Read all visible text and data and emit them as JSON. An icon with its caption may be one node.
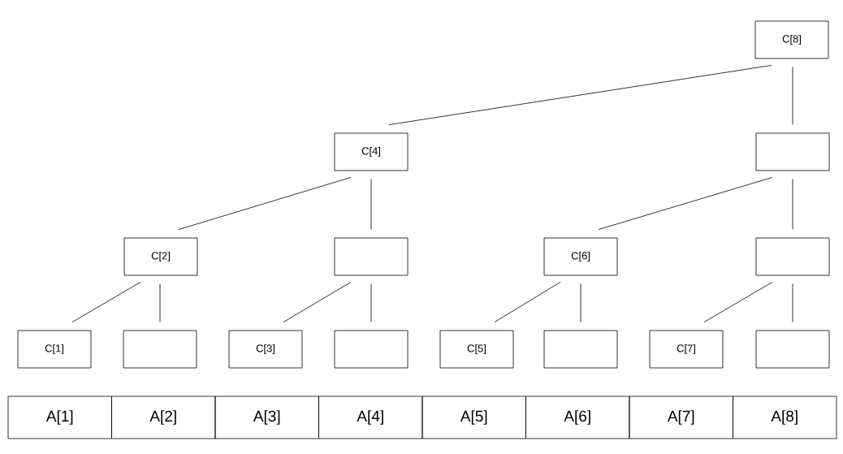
{
  "diagram": {
    "nodes": [
      {
        "text": [
          "C[8]"
        ]
      },
      {
        "text": [
          "C[4]"
        ]
      },
      {
        "text": [],
        "shape": "box"
      },
      {
        "text": [
          "C[2]"
        ]
      },
      {
        "text": [],
        "shape": "box"
      },
      {
        "text": [
          "C[6]"
        ]
      },
      {
        "text": [],
        "shape": "box"
      },
      {
        "text": [
          "C[1]"
        ]
      },
      {
        "text": [],
        "shape": "box"
      },
      {
        "text": [
          "C[3]"
        ]
      },
      {
        "text": [],
        "shape": "box"
      },
      {
        "text": [
          "C[5]"
        ]
      },
      {
        "text": [],
        "shape": "box"
      },
      {
        "text": [
          "C[7]"
        ]
      },
      {
        "text": [],
        "shape": "box"
      }
    ],
    "edges": [
      {
        "from": 0,
        "to": 1,
        "arrow": "none"
      },
      {
        "from": 0,
        "to": 2,
        "arrow": "none"
      },
      {
        "from": 1,
        "to": 3,
        "arrow": "none"
      },
      {
        "from": 1,
        "to": 4,
        "arrow": "none"
      },
      {
        "from": 2,
        "to": 5,
        "arrow": "none"
      },
      {
        "from": 2,
        "to": 6,
        "arrow": "none"
      },
      {
        "from": 3,
        "to": 7,
        "arrow": "none"
      },
      {
        "from": 3,
        "to": 8,
        "arrow": "none"
      },
      {
        "from": 4,
        "to": 9,
        "arrow": "none"
      },
      {
        "from": 4,
        "to": 10,
        "arrow": "none"
      },
      {
        "from": 5,
        "to": 11,
        "arrow": "none"
      },
      {
        "from": 5,
        "to": 12,
        "arrow": "none"
      },
      {
        "from": 6,
        "to": 13,
        "arrow": "none"
      },
      {
        "from": 6,
        "to": 14,
        "arrow": "none"
      }
    ],
    "labels": [
      "A[1]",
      "A[2]",
      "A[3]",
      "A[4]",
      "A[5]",
      "A[6]",
      "A[7]",
      "A[8]"
    ]
  }
}
